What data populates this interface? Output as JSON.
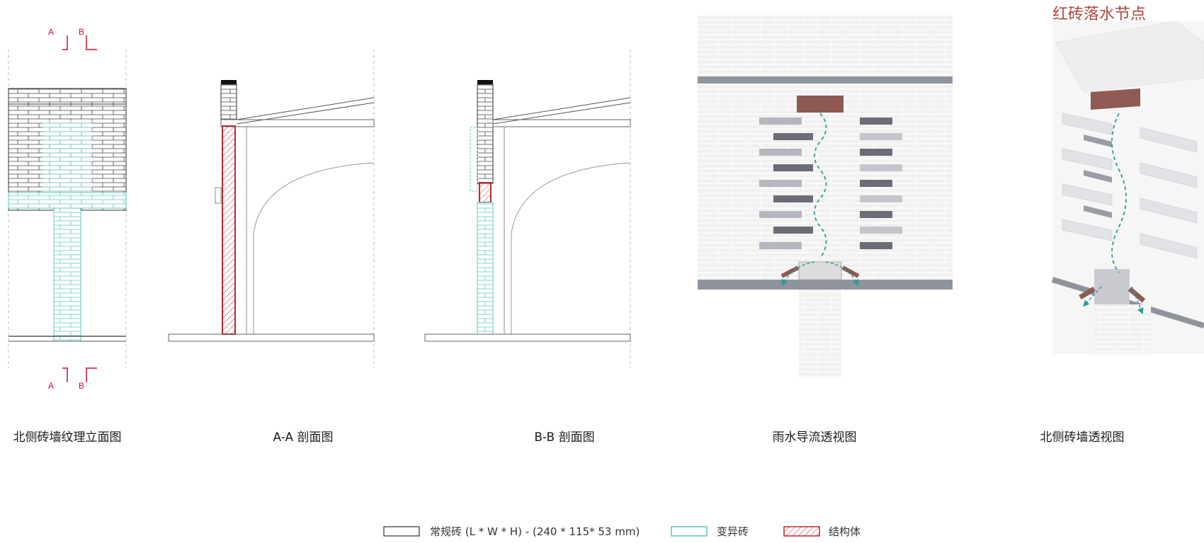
{
  "panels": {
    "elevation": {
      "caption": "北侧砖墙纹理立面图"
    },
    "section_aa": {
      "caption": "A-A 剖面图"
    },
    "section_bb": {
      "caption": "B-B 剖面图"
    },
    "rain_perspective": {
      "caption": "雨水导流透视图"
    },
    "north_perspective": {
      "caption": "北侧砖墙透视图",
      "title": "红砖落水节点"
    }
  },
  "section_marks": {
    "a": "A",
    "b": "B"
  },
  "legend": {
    "regular": "常规砖  (L * W * H) - (240 * 115* 53 mm)",
    "variant": "变异砖",
    "structure": "结构体"
  },
  "colors": {
    "regular_stroke": "#333333",
    "variant_stroke": "#5cc6c2",
    "structure_stroke": "#c0262d",
    "accent_red": "#c8102e",
    "copper": "#8e5a52"
  }
}
